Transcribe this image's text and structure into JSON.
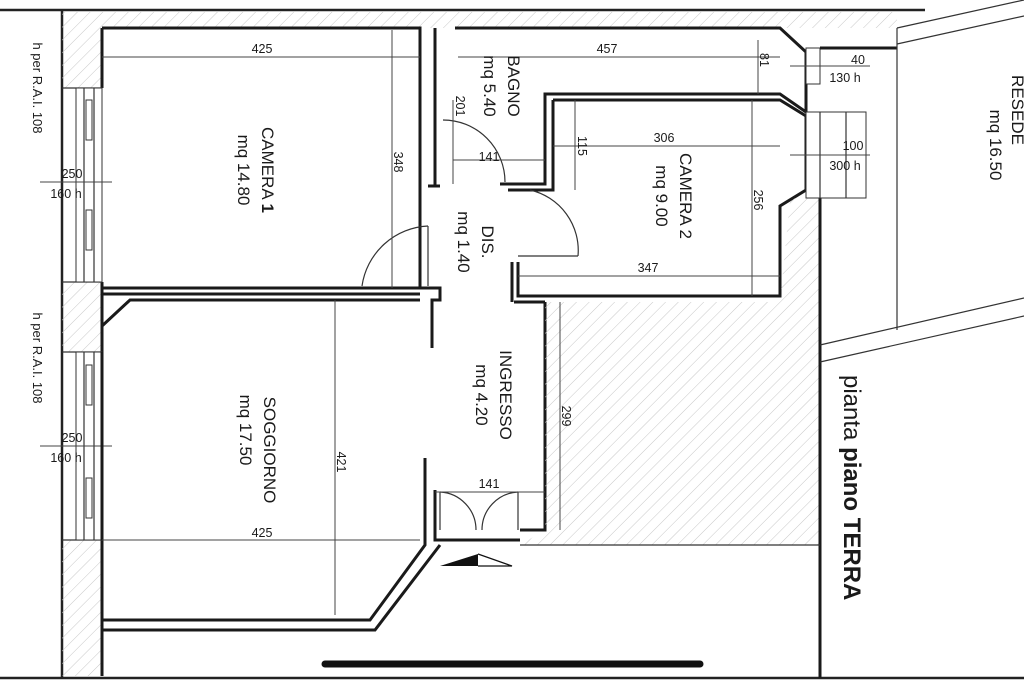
{
  "rooms": {
    "camera1": {
      "name": "CAMERA ",
      "name_num": "1",
      "area": "mq 14.80"
    },
    "bagno": {
      "name": "BAGNO",
      "area": "mq 5.40"
    },
    "camera2": {
      "name": "CAMERA 2",
      "area": "mq 9.00"
    },
    "dis": {
      "name": "DIS.",
      "area": "mq 1.40"
    },
    "soggiorno": {
      "name": "SOGGIORNO",
      "area": "mq 17.50"
    },
    "ingresso": {
      "name": "INGRESSO",
      "area": "mq 4.20"
    },
    "resede": {
      "name": "RESEDE",
      "area": "mq 16.50"
    }
  },
  "dimensions": {
    "camera1_width": "425",
    "camera1_depth": "348",
    "bagno_width": "457",
    "bagno_small": "81",
    "bagno_depth": "201",
    "door_141_top": "141",
    "camera2_depth_small": "115",
    "camera2_width_top": "306",
    "camera2_width_bottom": "347",
    "camera2_depth": "256",
    "window_small_w": "40",
    "window_small_h": "130 h",
    "window_large_w": "100",
    "window_large_h": "300 h",
    "ingresso_depth": "299",
    "soggiorno_depth": "421",
    "soggiorno_width": "425",
    "entrance_width": "141",
    "window_left_top_w": "250",
    "window_left_top_h": "160 h",
    "window_left_bottom_w": "250",
    "window_left_bottom_h": "160 h"
  },
  "side_notes": {
    "top": "h per R.A.I. 108",
    "bottom": "h per R.A.I. 108"
  },
  "plan_title": {
    "regular": "pianta ",
    "bold": "piano TERRA"
  }
}
